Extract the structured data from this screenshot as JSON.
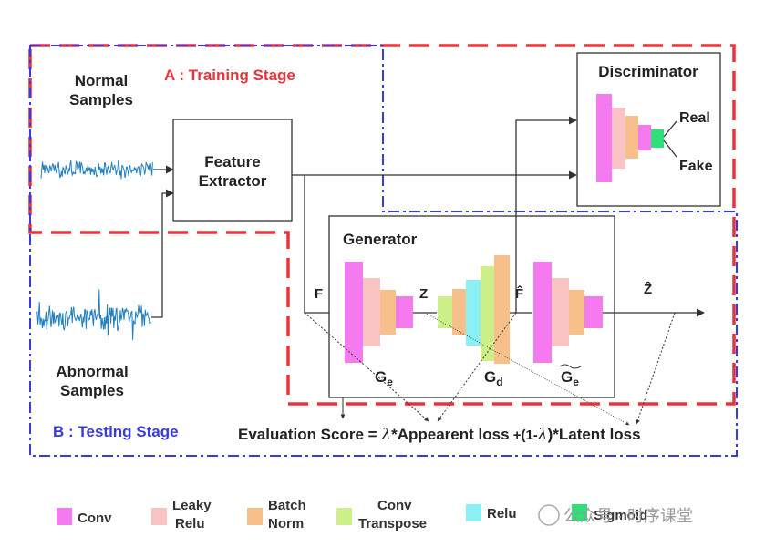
{
  "stages": {
    "training": "A : Training Stage",
    "testing": "B : Testing Stage"
  },
  "inputs": {
    "normal_line1": "Normal",
    "normal_line2": "Samples",
    "abnormal_line1": "Abnormal",
    "abnormal_line2": "Samples"
  },
  "feature_extractor": {
    "line1": "Feature",
    "line2": "Extractor"
  },
  "discriminator": {
    "title": "Discriminator",
    "out_real": "Real",
    "out_fake": "Fake"
  },
  "generator": {
    "title": "Generator",
    "in_label": "F",
    "latent_label": "Z",
    "recon_label": "F̂",
    "out_label": "Ẑ",
    "encoder_label": "G",
    "encoder_sub": "e",
    "decoder_label": "G",
    "decoder_sub": "d",
    "encoder2_label": "G",
    "encoder2_sub": "e"
  },
  "evaluation": {
    "part1": "Evaluation Score = ",
    "lambda": "λ",
    "part2": "*Appearent loss",
    "part3": " +(1-",
    "part4": "λ",
    "part5": ")*Latent loss"
  },
  "legend": [
    {
      "line1": "Conv",
      "line2": "",
      "color": "#f57af0"
    },
    {
      "line1": "Leaky",
      "line2": "Relu",
      "color": "#fbc4c4"
    },
    {
      "line1": "Batch",
      "line2": "Norm",
      "color": "#f7c08a"
    },
    {
      "line1": "Conv",
      "line2": "Transpose",
      "color": "#cdf08a"
    },
    {
      "line1": "Relu",
      "line2": "",
      "color": "#8af0f4"
    },
    {
      "line1": "Sigmoid",
      "line2": "",
      "color": "#2ee07a"
    }
  ],
  "watermark": "公众号 · 时序课堂",
  "colors": {
    "conv": "#f57af0",
    "leaky_relu": "#fbc4c4",
    "batch_norm": "#f7c08a",
    "conv_transpose": "#cdf08a",
    "relu": "#8af0f4",
    "sigmoid": "#2ee07a",
    "signal": "#1f7fc0",
    "training_border": "#e8333a",
    "testing_border": "#3a3ae0"
  }
}
